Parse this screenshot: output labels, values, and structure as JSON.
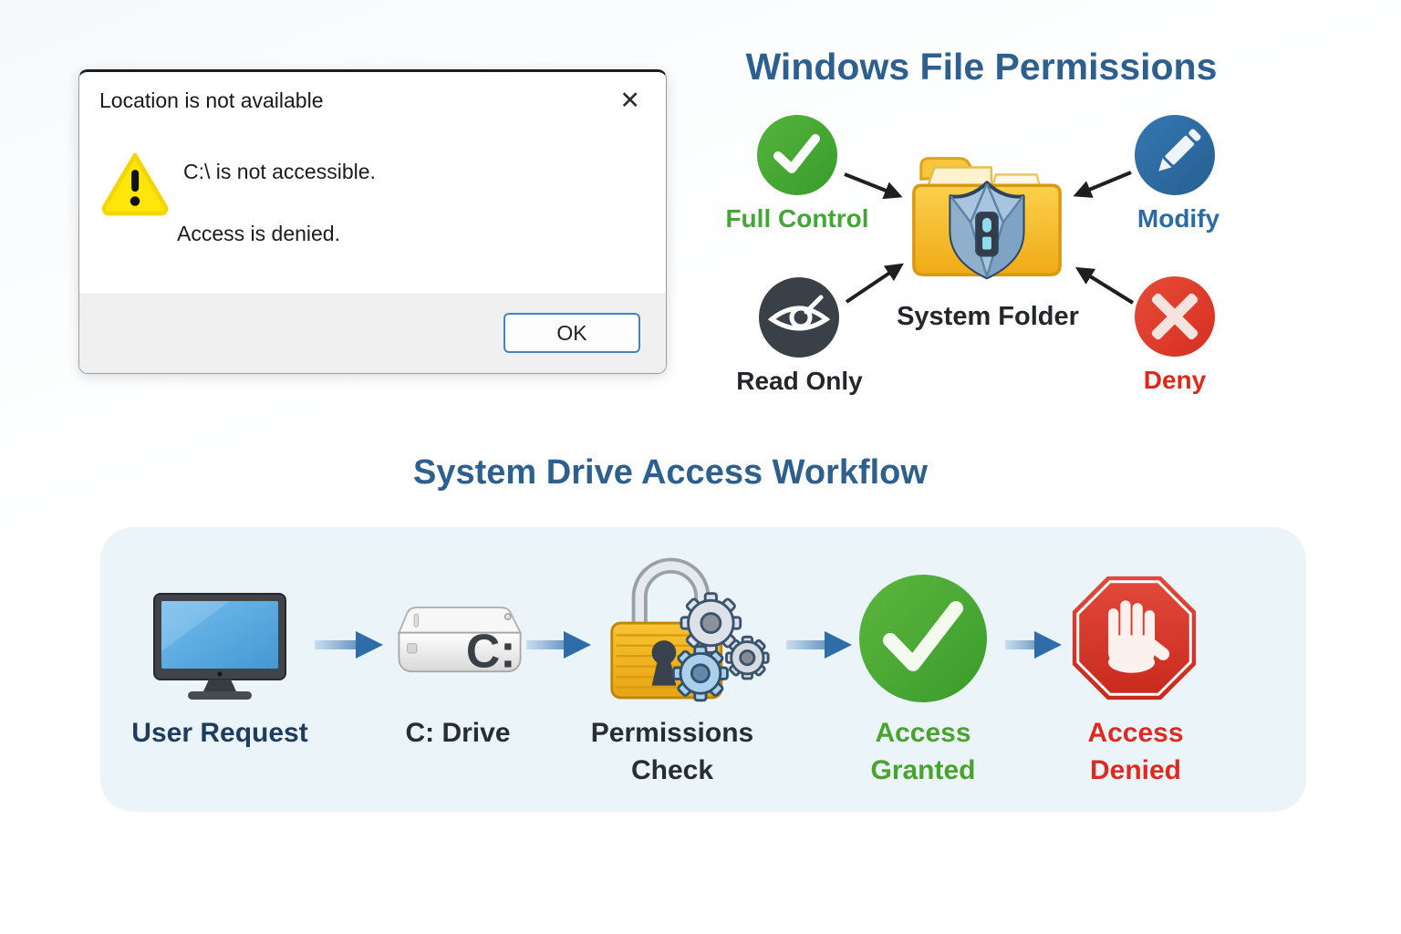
{
  "dialog": {
    "title": "Location is not available",
    "close_glyph": "✕",
    "message_line1": "C:\\ is not accessible.",
    "message_line2": "Access is denied.",
    "ok_label": "OK"
  },
  "permissions_diagram": {
    "title": "Windows File Permissions",
    "center": {
      "label": "System Folder",
      "icon": "folder-shield-icon"
    },
    "nodes": [
      {
        "id": "full-control",
        "label": "Full Control",
        "icon": "check-circle-icon",
        "color": "#44a636"
      },
      {
        "id": "modify",
        "label": "Modify",
        "icon": "pencil-circle-icon",
        "color": "#2a6ba6"
      },
      {
        "id": "read-only",
        "label": "Read Only",
        "icon": "eye-circle-icon",
        "color": "#23272c"
      },
      {
        "id": "deny",
        "label": "Deny",
        "icon": "x-circle-icon",
        "color": "#e0271b"
      }
    ]
  },
  "workflow": {
    "title": "System Drive Access Workflow",
    "steps": [
      {
        "id": "user-request",
        "label": "User Request",
        "icon": "monitor-icon",
        "color": "#1d3c5e"
      },
      {
        "id": "c-drive",
        "label": "C: Drive",
        "icon": "hard-drive-icon",
        "color": "#262d36",
        "drive_letter": "C:"
      },
      {
        "id": "permissions-check",
        "label": "Permissions Check",
        "icon": "lock-gears-icon",
        "color": "#262d36"
      },
      {
        "id": "access-granted",
        "label": "Access Granted",
        "icon": "check-circle-icon",
        "color": "#4aa32d"
      },
      {
        "id": "access-denied",
        "label": "Access Denied",
        "icon": "stop-hand-icon",
        "color": "#dc2b20"
      }
    ]
  },
  "colors": {
    "heading_blue": "#2d5f8f",
    "panel_bg": "#eaf4f9",
    "arrow_blue": "#2f6da8",
    "arrow_black": "#1f1f1f",
    "folder_yellow": "#f5bc2c",
    "warning_yellow": "#ffe60a",
    "ok_border_blue": "#4285c2"
  }
}
